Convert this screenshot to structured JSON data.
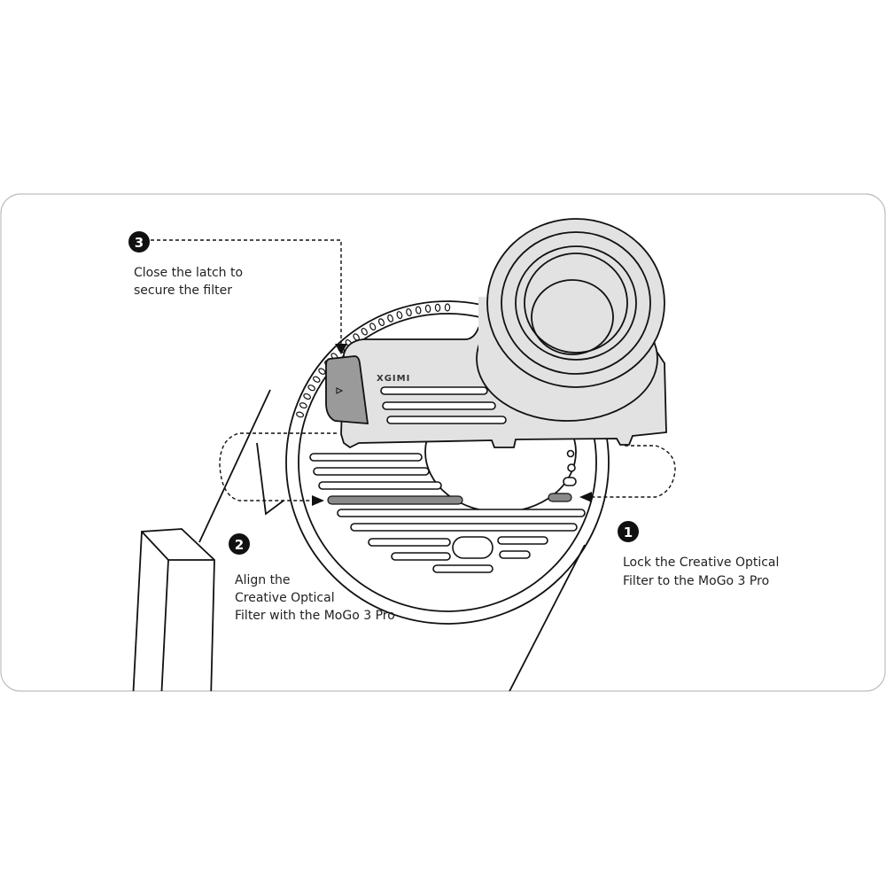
{
  "brand_logo": "XGIMI",
  "steps": [
    {
      "number": "3",
      "lines": [
        "Close the latch to",
        "secure the filter"
      ]
    },
    {
      "number": "2",
      "lines": [
        "Align the",
        "Creative Optical",
        "Filter with the MoGo 3 Pro"
      ]
    },
    {
      "number": "1",
      "lines": [
        "Lock the Creative Optical",
        "Filter to the MoGo 3 Pro"
      ]
    }
  ],
  "colors": {
    "line": "#111111",
    "device_fill": "#e2e2e2",
    "highlight": "#8a8a8a",
    "latch": "#9a9a9a",
    "card_border": "#bdbdbd"
  }
}
